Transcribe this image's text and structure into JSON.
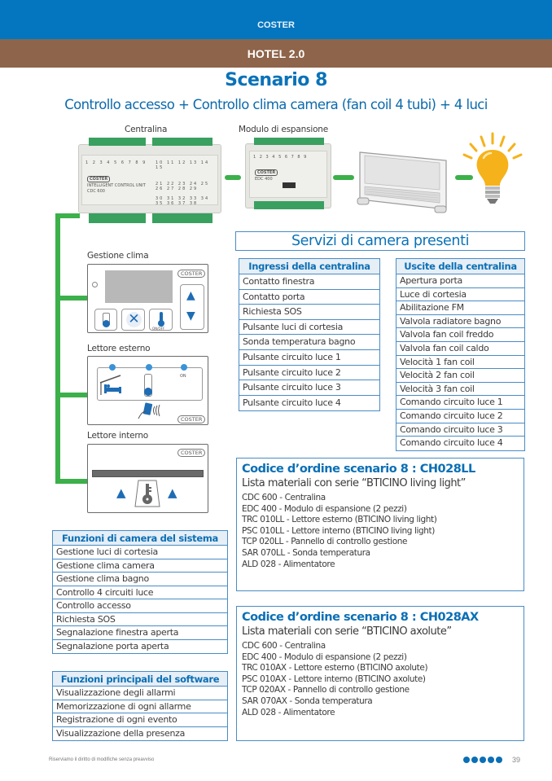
{
  "header": {
    "brand": "COSTER",
    "section": "HOTEL 2.0"
  },
  "title": "Scenario 8",
  "subtitle": "Controllo accesso + Controllo clima camera (fan coil 4 tubi) + 4 luci",
  "devices": {
    "centralina_label": "Centralina",
    "modulo_label": "Modulo di espansione",
    "centralina_brand": "COSTER",
    "centralina_text": "INTELLIGENT CONTROL UNIT",
    "centralina_model": "CDC 600",
    "modulo_brand": "COSTER",
    "modulo_model": "EDC 400"
  },
  "panels": {
    "gestione_clima": {
      "label": "Gestione clima",
      "brand": "COSTER",
      "onoff": "ON/OFF"
    },
    "lettore_esterno": {
      "label": "Lettore esterno",
      "brand": "COSTER",
      "on": "ON"
    },
    "lettore_interno": {
      "label": "Lettore interno",
      "brand": "COSTER"
    }
  },
  "servizi_title": "Servizi di camera presenti",
  "ingressi": {
    "header": "Ingressi della centralina",
    "items": [
      "Contatto finestra",
      "Contatto porta",
      "Richiesta SOS",
      "Pulsante luci di cortesia",
      "Sonda temperatura bagno",
      "Pulsante circuito luce 1",
      "Pulsante circuito luce 2",
      "Pulsante circuito luce 3",
      "Pulsante circuito luce 4"
    ]
  },
  "uscite": {
    "header": "Uscite della centralina",
    "items": [
      "Apertura porta",
      "Luce di cortesia",
      "Abilitazione FM",
      "Valvola radiatore bagno",
      "Valvola fan coil freddo",
      "Valvola fan coil caldo",
      "Velocità 1 fan coil",
      "Velocità 2 fan coil",
      "Velocità 3 fan coil",
      "Comando circuito luce 1",
      "Comando circuito luce 2",
      "Comando circuito luce 3",
      "Comando circuito luce 4"
    ]
  },
  "funzioni_camera": {
    "header": "Funzioni di camera del sistema",
    "items": [
      "Gestione luci di cortesia",
      "Gestione clima camera",
      "Gestione clima bagno",
      "Controllo 4 circuiti luce",
      "Controllo accesso",
      "Richiesta SOS",
      "Segnalazione finestra aperta",
      "Segnalazione porta aperta"
    ]
  },
  "funzioni_software": {
    "header": "Funzioni principali del software",
    "items": [
      "Visualizzazione degli allarmi",
      "Memorizzazione di ogni allarme",
      "Registrazione di ogni evento",
      "Visualizzazione della presenza"
    ]
  },
  "orders": [
    {
      "title": "Codice d’ordine scenario 8 : CH028LL",
      "subtitle": "Lista materiali con serie “BTICINO living light”",
      "items": [
        "CDC 600 - Centralina",
        "EDC 400 - Modulo di espansione (2 pezzi)",
        "TRC 010LL - Lettore esterno (BTICINO living light)",
        "PSC 010LL - Lettore interno (BTICINO living light)",
        "TCP 020LL - Pannello di controllo gestione",
        "SAR 070LL - Sonda temperatura",
        "ALD 028 - Alimentatore"
      ]
    },
    {
      "title": "Codice d’ordine scenario 8 : CH028AX",
      "subtitle": "Lista materiali con serie “BTICINO axolute”",
      "items": [
        "CDC 600 - Centralina",
        "EDC 400 - Modulo di espansione (2 pezzi)",
        "TRC 010AX - Lettore esterno (BTICINO axolute)",
        "PSC 010AX - Lettore interno (BTICINO axolute)",
        "TCP 020AX - Pannello di controllo gestione",
        "SAR 070AX - Sonda temperatura",
        "ALD 028 - Alimentatore"
      ]
    }
  ],
  "footer": {
    "note": "Riserviamo il diritto di modifiche senza preavviso",
    "page": "39",
    "accent": "#0a6fb5"
  },
  "colors": {
    "brand_blue": "#0476c0",
    "hotel_brown": "#8e644a",
    "connector_green": "#3cb04a",
    "bulb_yellow": "#f5b21a"
  }
}
